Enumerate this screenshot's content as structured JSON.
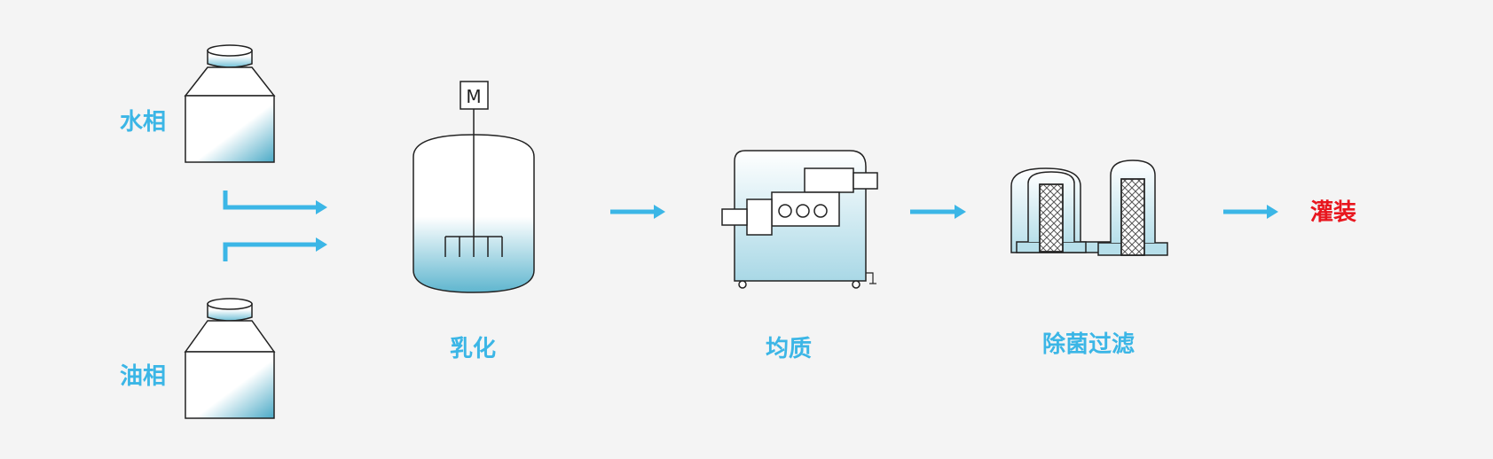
{
  "labels": {
    "water_phase": "水相",
    "oil_phase": "油相",
    "emulsify": "乳化",
    "homogenize": "均质",
    "sterile_filter": "除菌过滤",
    "filling": "灌装",
    "motor": "M"
  },
  "colors": {
    "accent": "#3bb6e6",
    "final": "#e8161e",
    "liquid": "#6fbfd6",
    "background": "#f4f4f4",
    "outline": "#222222"
  },
  "icons": [
    "water-bottle-icon",
    "oil-bottle-icon",
    "emulsifier-tank-icon",
    "motor-icon",
    "homogenizer-icon",
    "filter-housing-icon",
    "arrow-right-icon"
  ]
}
